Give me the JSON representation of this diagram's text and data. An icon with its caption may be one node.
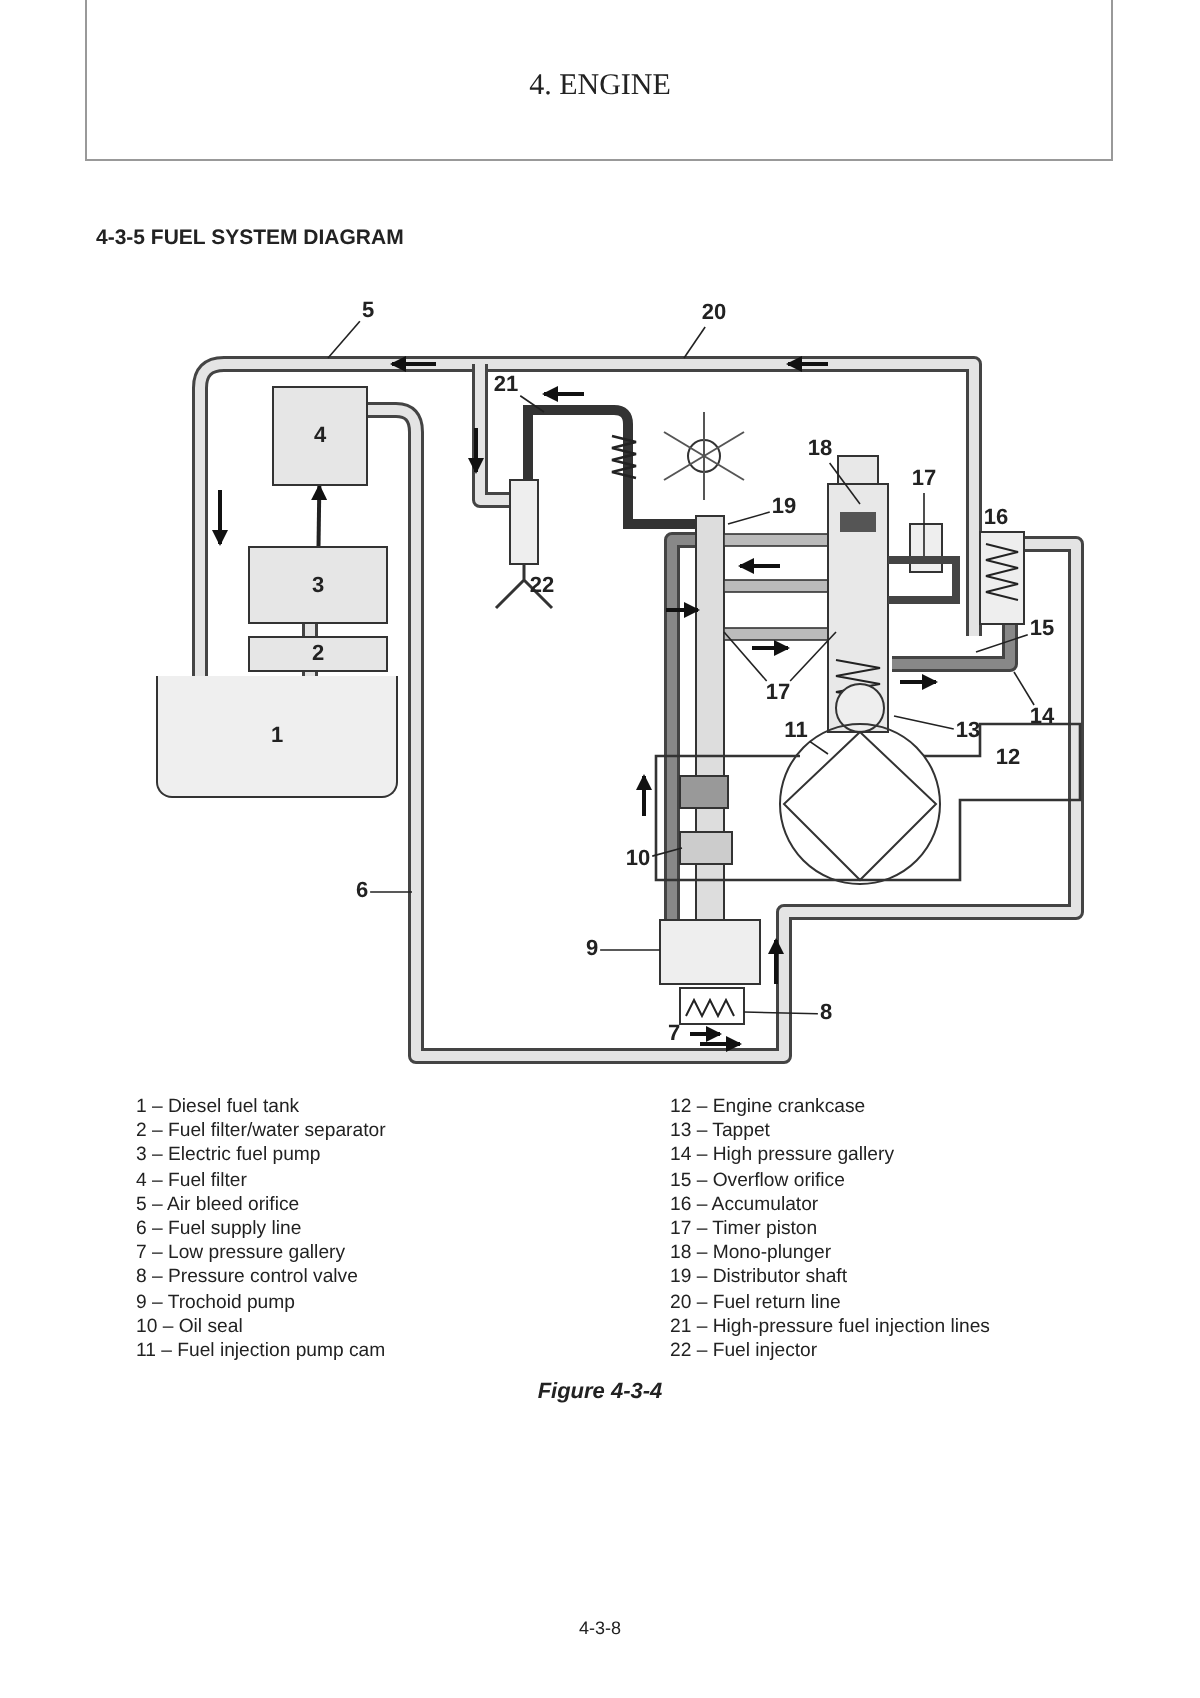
{
  "diagram": {
    "title": "4-3-5 FUEL SYSTEM DIAGRAM",
    "caption": "Figure 4-3-4",
    "nodes": [
      {
        "text": [
          "1"
        ]
      },
      {
        "text": [
          "2"
        ]
      },
      {
        "text": [
          "3"
        ]
      },
      {
        "text": [
          "4"
        ]
      },
      {
        "text": [
          "5"
        ]
      },
      {
        "text": [
          "20"
        ]
      },
      {
        "text": [
          "21"
        ]
      },
      {
        "text": [
          "18"
        ]
      },
      {
        "text": [
          "17"
        ]
      },
      {
        "text": [
          "19"
        ]
      },
      {
        "text": [
          "15"
        ]
      },
      {
        "text": [
          "14"
        ]
      },
      {
        "text": [
          "17"
        ]
      },
      {
        "text": [
          "13"
        ]
      },
      {
        "text": [
          "11"
        ]
      },
      {
        "text": [
          "10"
        ]
      },
      {
        "text": [
          "6"
        ]
      },
      {
        "text": [
          "9"
        ]
      },
      {
        "text": [
          "8"
        ]
      }
    ],
    "edges": [
      {
        "from": 2,
        "to": 3,
        "arrow": "to"
      },
      {
        "from": 4,
        "to": null,
        "arrow": "none"
      },
      {
        "from": 5,
        "to": null,
        "arrow": "none"
      },
      {
        "from": 6,
        "to": null,
        "arrow": "none"
      },
      {
        "from": 7,
        "to": null,
        "arrow": "none"
      },
      {
        "from": 8,
        "to": null,
        "arrow": "none"
      },
      {
        "from": 9,
        "to": null,
        "arrow": "none"
      },
      {
        "from": 10,
        "to": null,
        "arrow": "none"
      },
      {
        "from": 11,
        "to": null,
        "arrow": "none"
      },
      {
        "from": 12,
        "to": null,
        "arrow": "none"
      },
      {
        "from": 12,
        "to": null,
        "arrow": "none"
      },
      {
        "from": 13,
        "to": null,
        "arrow": "none"
      },
      {
        "from": 14,
        "to": null,
        "arrow": "none"
      },
      {
        "from": 15,
        "to": null,
        "arrow": "none"
      },
      {
        "from": 16,
        "to": null,
        "arrow": "none"
      },
      {
        "from": 17,
        "to": null,
        "arrow": "none"
      },
      {
        "from": 18,
        "to": null,
        "arrow": "none"
      }
    ],
    "labels": [
      "4. ENGINE",
      "22",
      "16",
      "12",
      "7",
      "1 – Diesel fuel tank",
      "2 – Fuel filter/water separator",
      "3 – Electric fuel pump",
      "4 – Fuel filter",
      "5 – Air bleed orifice",
      "6 – Fuel supply line",
      "7 – Low pressure gallery",
      "8 – Pressure control valve",
      "9 – Trochoid pump",
      "10 – Oil seal",
      "11 – Fuel injection pump cam",
      "12 – Engine crankcase",
      "13 – Tappet",
      "14 – High pressure gallery",
      "15 – Overflow orifice",
      "16 – Accumulator",
      "17 – Timer piston",
      "18 – Mono-plunger",
      "19 – Distributor shaft",
      "20 – Fuel return line",
      "21 – High-pressure fuel injection lines",
      "22 – Fuel injector",
      "4-3-8"
    ]
  }
}
